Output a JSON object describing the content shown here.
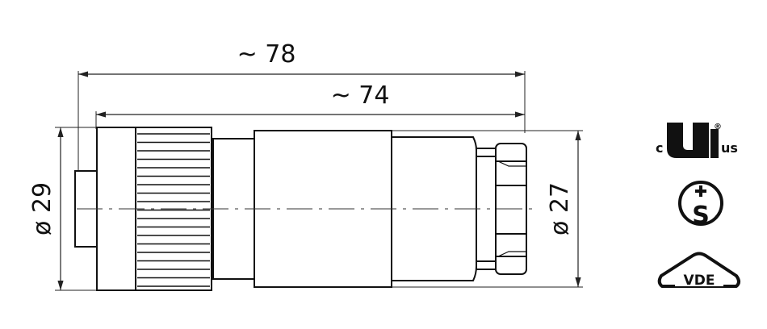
{
  "dimensions": {
    "overall_length": "~ 78",
    "body_length": "~ 74",
    "left_diameter": "ø 29",
    "right_diameter": "ø 27"
  },
  "certifications": {
    "ul_prefix": "c",
    "ul_suffix": "us",
    "ul_registered": "®",
    "s_mark": "S",
    "vde": "VDE"
  }
}
